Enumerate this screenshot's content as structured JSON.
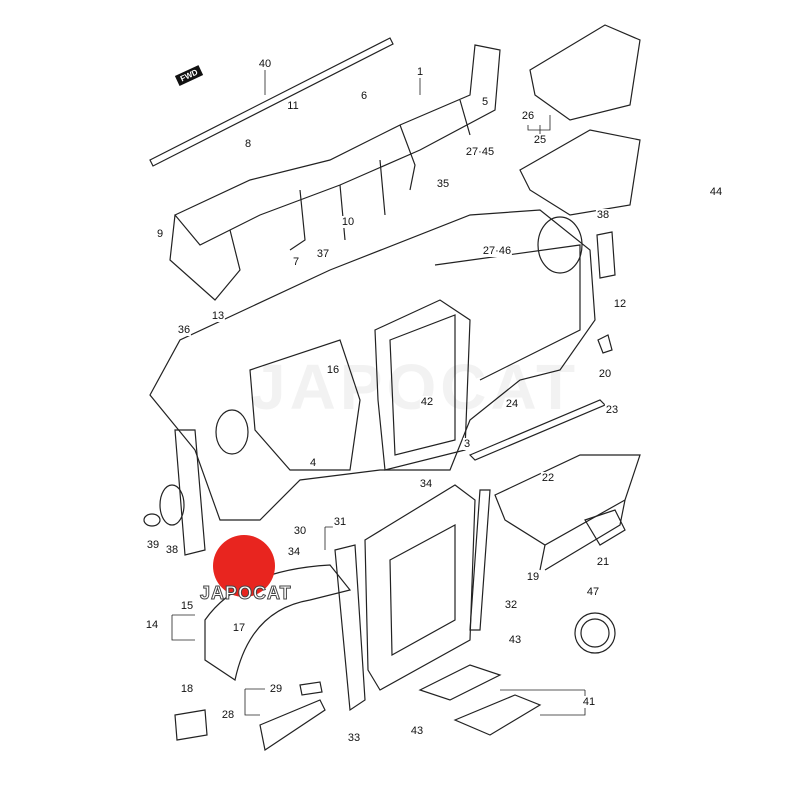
{
  "diagram": {
    "fwd_label": "FWD",
    "watermark": "JAPOCAT",
    "logo_text": "JAPOCAT",
    "callouts": [
      "40",
      "11",
      "1",
      "6",
      "5",
      "8",
      "26",
      "25",
      "27·45",
      "35",
      "44",
      "10",
      "9",
      "7",
      "37",
      "38",
      "27·46",
      "12",
      "13",
      "36",
      "16",
      "20",
      "24",
      "23",
      "42",
      "4",
      "3",
      "34",
      "22",
      "39",
      "38",
      "31",
      "30",
      "34",
      "19",
      "21",
      "15",
      "32",
      "47",
      "14",
      "17",
      "43",
      "18",
      "29",
      "41",
      "28",
      "33",
      "43"
    ],
    "colors": {
      "line": "#222222",
      "logo_red": "#e8251f"
    }
  }
}
